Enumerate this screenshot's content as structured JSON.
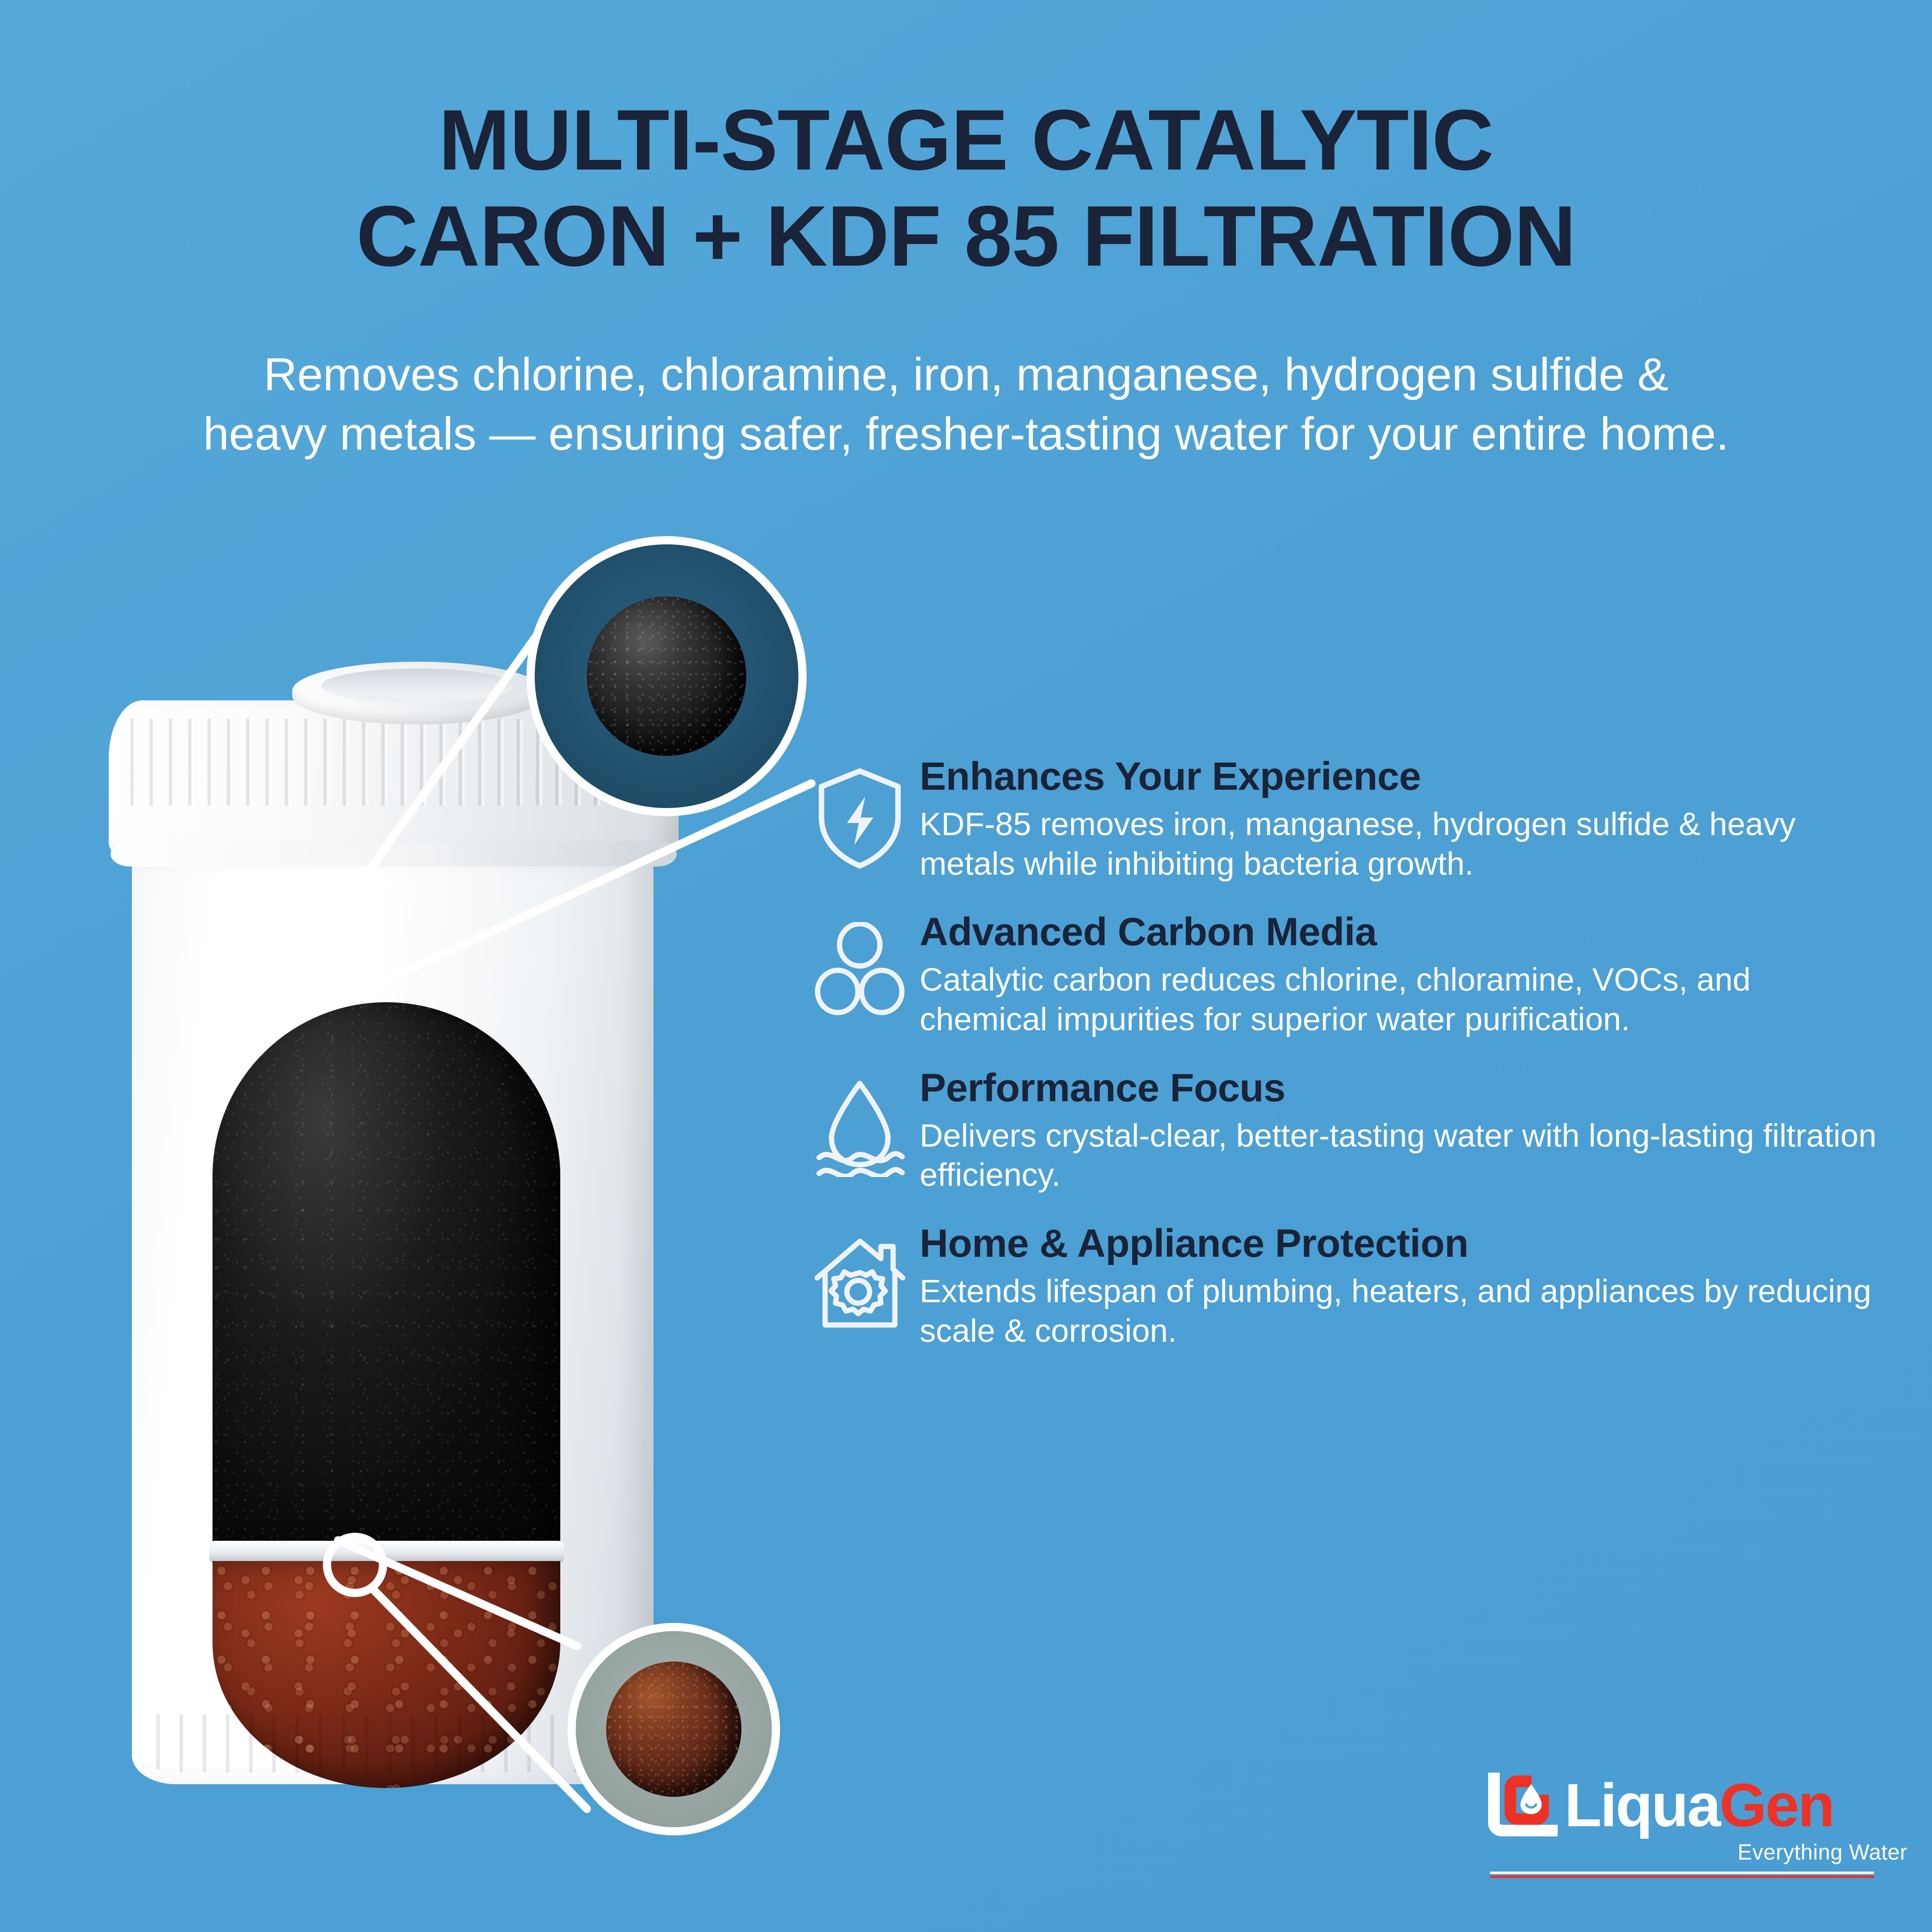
{
  "colors": {
    "background_blue": "#4FA3D6",
    "title_navy": "#1A2338",
    "white": "#FFFFFF",
    "brand_red": "#EE3124",
    "carbon_black": "#0C0C0C",
    "kdf_copper": "#7D2A17",
    "callout_top_bg": "#1F4D68",
    "callout_bottom_bg": "#95A3A1"
  },
  "header": {
    "title_line1": "MULTI-STAGE CATALYTIC",
    "title_line2": "CARON + KDF 85 FILTRATION",
    "subtitle_line1": "Removes chlorine, chloramine, iron, manganese, hydrogen sulfide &",
    "subtitle_line2": "heavy metals — ensuring safer, fresher-tasting water for your entire home."
  },
  "product": {
    "name": "whole-house-filter-cartridge",
    "carbon_media_label": "catalytic carbon media",
    "kdf_media_label": "KDF 85 media"
  },
  "callouts": [
    {
      "name": "carbon-granule-magnifier",
      "media": "catalytic carbon granule"
    },
    {
      "name": "kdf-granule-magnifier",
      "media": "KDF 85 granule"
    }
  ],
  "features": [
    {
      "icon": "shield-bolt-icon",
      "title": "Enhances Your Experience",
      "body": "KDF-85 removes iron, manganese, hydrogen sulfide & heavy metals while inhibiting bacteria growth."
    },
    {
      "icon": "molecule-circles-icon",
      "title": "Advanced Carbon Media",
      "body": "Catalytic carbon reduces chlorine, chloramine, VOCs, and chemical impurities for superior water purification."
    },
    {
      "icon": "water-drop-waves-icon",
      "title": "Performance Focus",
      "body": "Delivers crystal-clear, better-tasting water with long-lasting filtration efficiency."
    },
    {
      "icon": "house-gear-icon",
      "title": "Home & Appliance Protection",
      "body": "Extends lifespan of plumbing, heaters, and appliances by reducing scale & corrosion."
    }
  ],
  "logo": {
    "mark": "liquagen-droplet-mark",
    "name_part1": "Liqua",
    "name_part2": "Gen",
    "tagline": "Everything Water"
  }
}
